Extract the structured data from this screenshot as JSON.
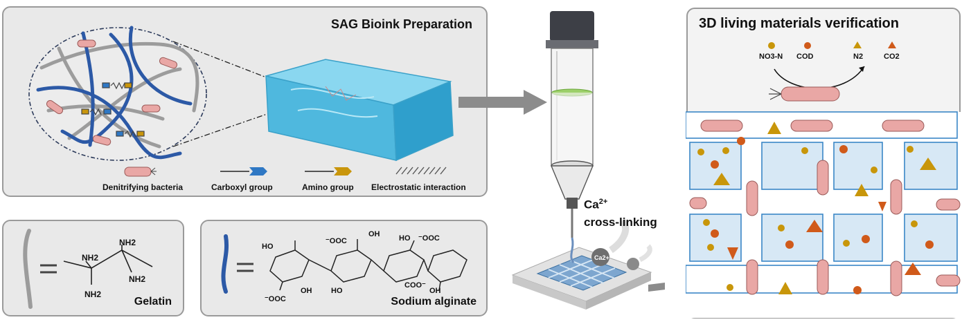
{
  "prep_panel": {
    "title": "SAG Bioink Preparation"
  },
  "legend": {
    "bacteria": "Denitrifying bacteria",
    "carboxyl": "Carboxyl group",
    "amino": "Amino  group",
    "electrostatic": "Electrostatic interaction"
  },
  "gelatin_panel": {
    "title": "Gelatin",
    "groups": [
      "NH2",
      "NH2",
      "NH2",
      "NH2"
    ]
  },
  "alginate_panel": {
    "title": "Sodium alginate"
  },
  "crosslink": {
    "line1": "Ca",
    "sup": "2+",
    "line2": "cross-linking",
    "ion_label": "Ca2+"
  },
  "verification_panel": {
    "title": "3D living materials verification",
    "species": [
      "NO3-N",
      "COD",
      "N2",
      "CO2"
    ]
  },
  "colors": {
    "panel_bg": "#e9e9e9",
    "alginate_blue": "#2c59a6",
    "gelatin_gray": "#a0a0a0",
    "carboxyl": "#2f78c4",
    "amino": "#c9960c",
    "bacteria": "#e9a7a5",
    "hydrogel": "#5fc2e4",
    "grid_line": "#3a86c6",
    "grid_fill": "#d7e8f5",
    "nitrate": "#c8960a",
    "cod": "#d05a1a",
    "n2": "#c8960a",
    "co2": "#d05a1a"
  }
}
